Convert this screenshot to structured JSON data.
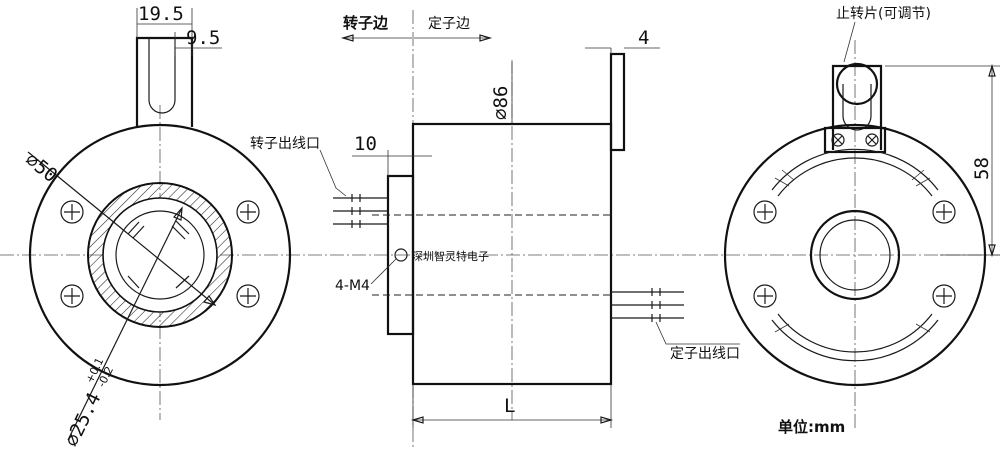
{
  "dimensions": {
    "d50": "⌀50",
    "d86": "⌀86",
    "d25": "⌀25.4",
    "d25_tol_upper": "+0.1",
    "d25_tol_lower": "-0.2",
    "w19_5": "19.5",
    "w9_5": "9.5",
    "t4": "4",
    "l10": "10",
    "h58": "58",
    "length": "L"
  },
  "labels": {
    "rotor_side": "转子边",
    "stator_side": "定子边",
    "rotor_outlet": "转子出线口",
    "stator_outlet": "定子出线口",
    "screws": "4-M4",
    "stopper": "止转片(可调节)",
    "maker": "深圳智灵特电子",
    "unit": "单位:mm"
  }
}
